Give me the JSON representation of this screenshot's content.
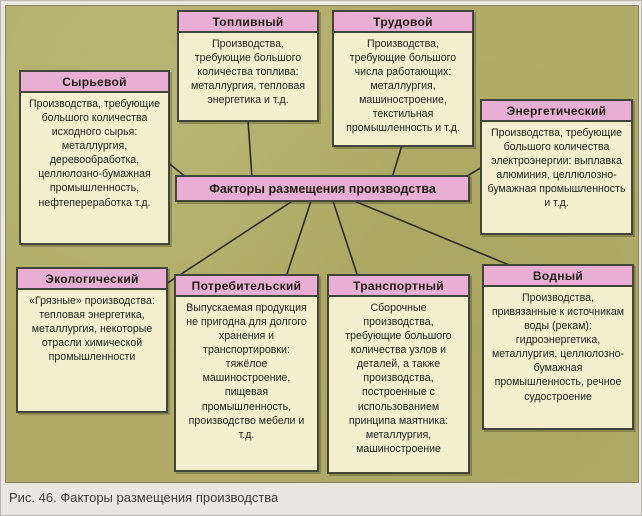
{
  "caption": "Рис. 46. Факторы размещения производства",
  "center": {
    "title": "Факторы размещения производства"
  },
  "boxes": [
    {
      "id": "fuel",
      "title": "Топливный",
      "body": "Производства, требующие большого количества топлива: металлургия, тепловая энергетика и т.д."
    },
    {
      "id": "labor",
      "title": "Трудовой",
      "body": "Производства, требующие большого числа работающих: металлургия, машиностроение, текстильная промышленность и т.д."
    },
    {
      "id": "raw-material",
      "title": "Сырьевой",
      "body": "Производства, требующие большого количества исходного сырья: металлургия, деревообработка, целлюлозно-бумажная промышленность, нефтепереработка т.д."
    },
    {
      "id": "energy",
      "title": "Энергетический",
      "body": "Производства, требующие большого количества электроэнергии: выплавка алюминия, целлюлозно-бумажная промышленность и т.д."
    },
    {
      "id": "ecological",
      "title": "Экологический",
      "body": "«Грязные» производства: тепловая энергетика, металлургия, некоторые отрасли химической промышленности"
    },
    {
      "id": "consumer",
      "title": "Потребительский",
      "body": "Выпускаемая продукция не пригодна для долгого хранения и транспортировки: тяжёлое машиностроение, пищевая промышленность, производство мебели и т.д."
    },
    {
      "id": "transport",
      "title": "Транспортный",
      "body": "Сборочные производства, требующие большого количества узлов и деталей, а также производства, построенные с использованием принципа маятника: металлургия, машиностроение"
    },
    {
      "id": "water",
      "title": "Водный",
      "body": "Производства, привязанные к источникам воды (рекам): гидроэнергетика, металлургия, целлюлозно-бумажная промышленность, речное судостроение"
    }
  ],
  "colors": {
    "background": "#b1ad68",
    "box_body": "#f4f0cf",
    "box_header": "#e9aed4",
    "border": "#45443a",
    "connector_line": "#2e2d23"
  }
}
